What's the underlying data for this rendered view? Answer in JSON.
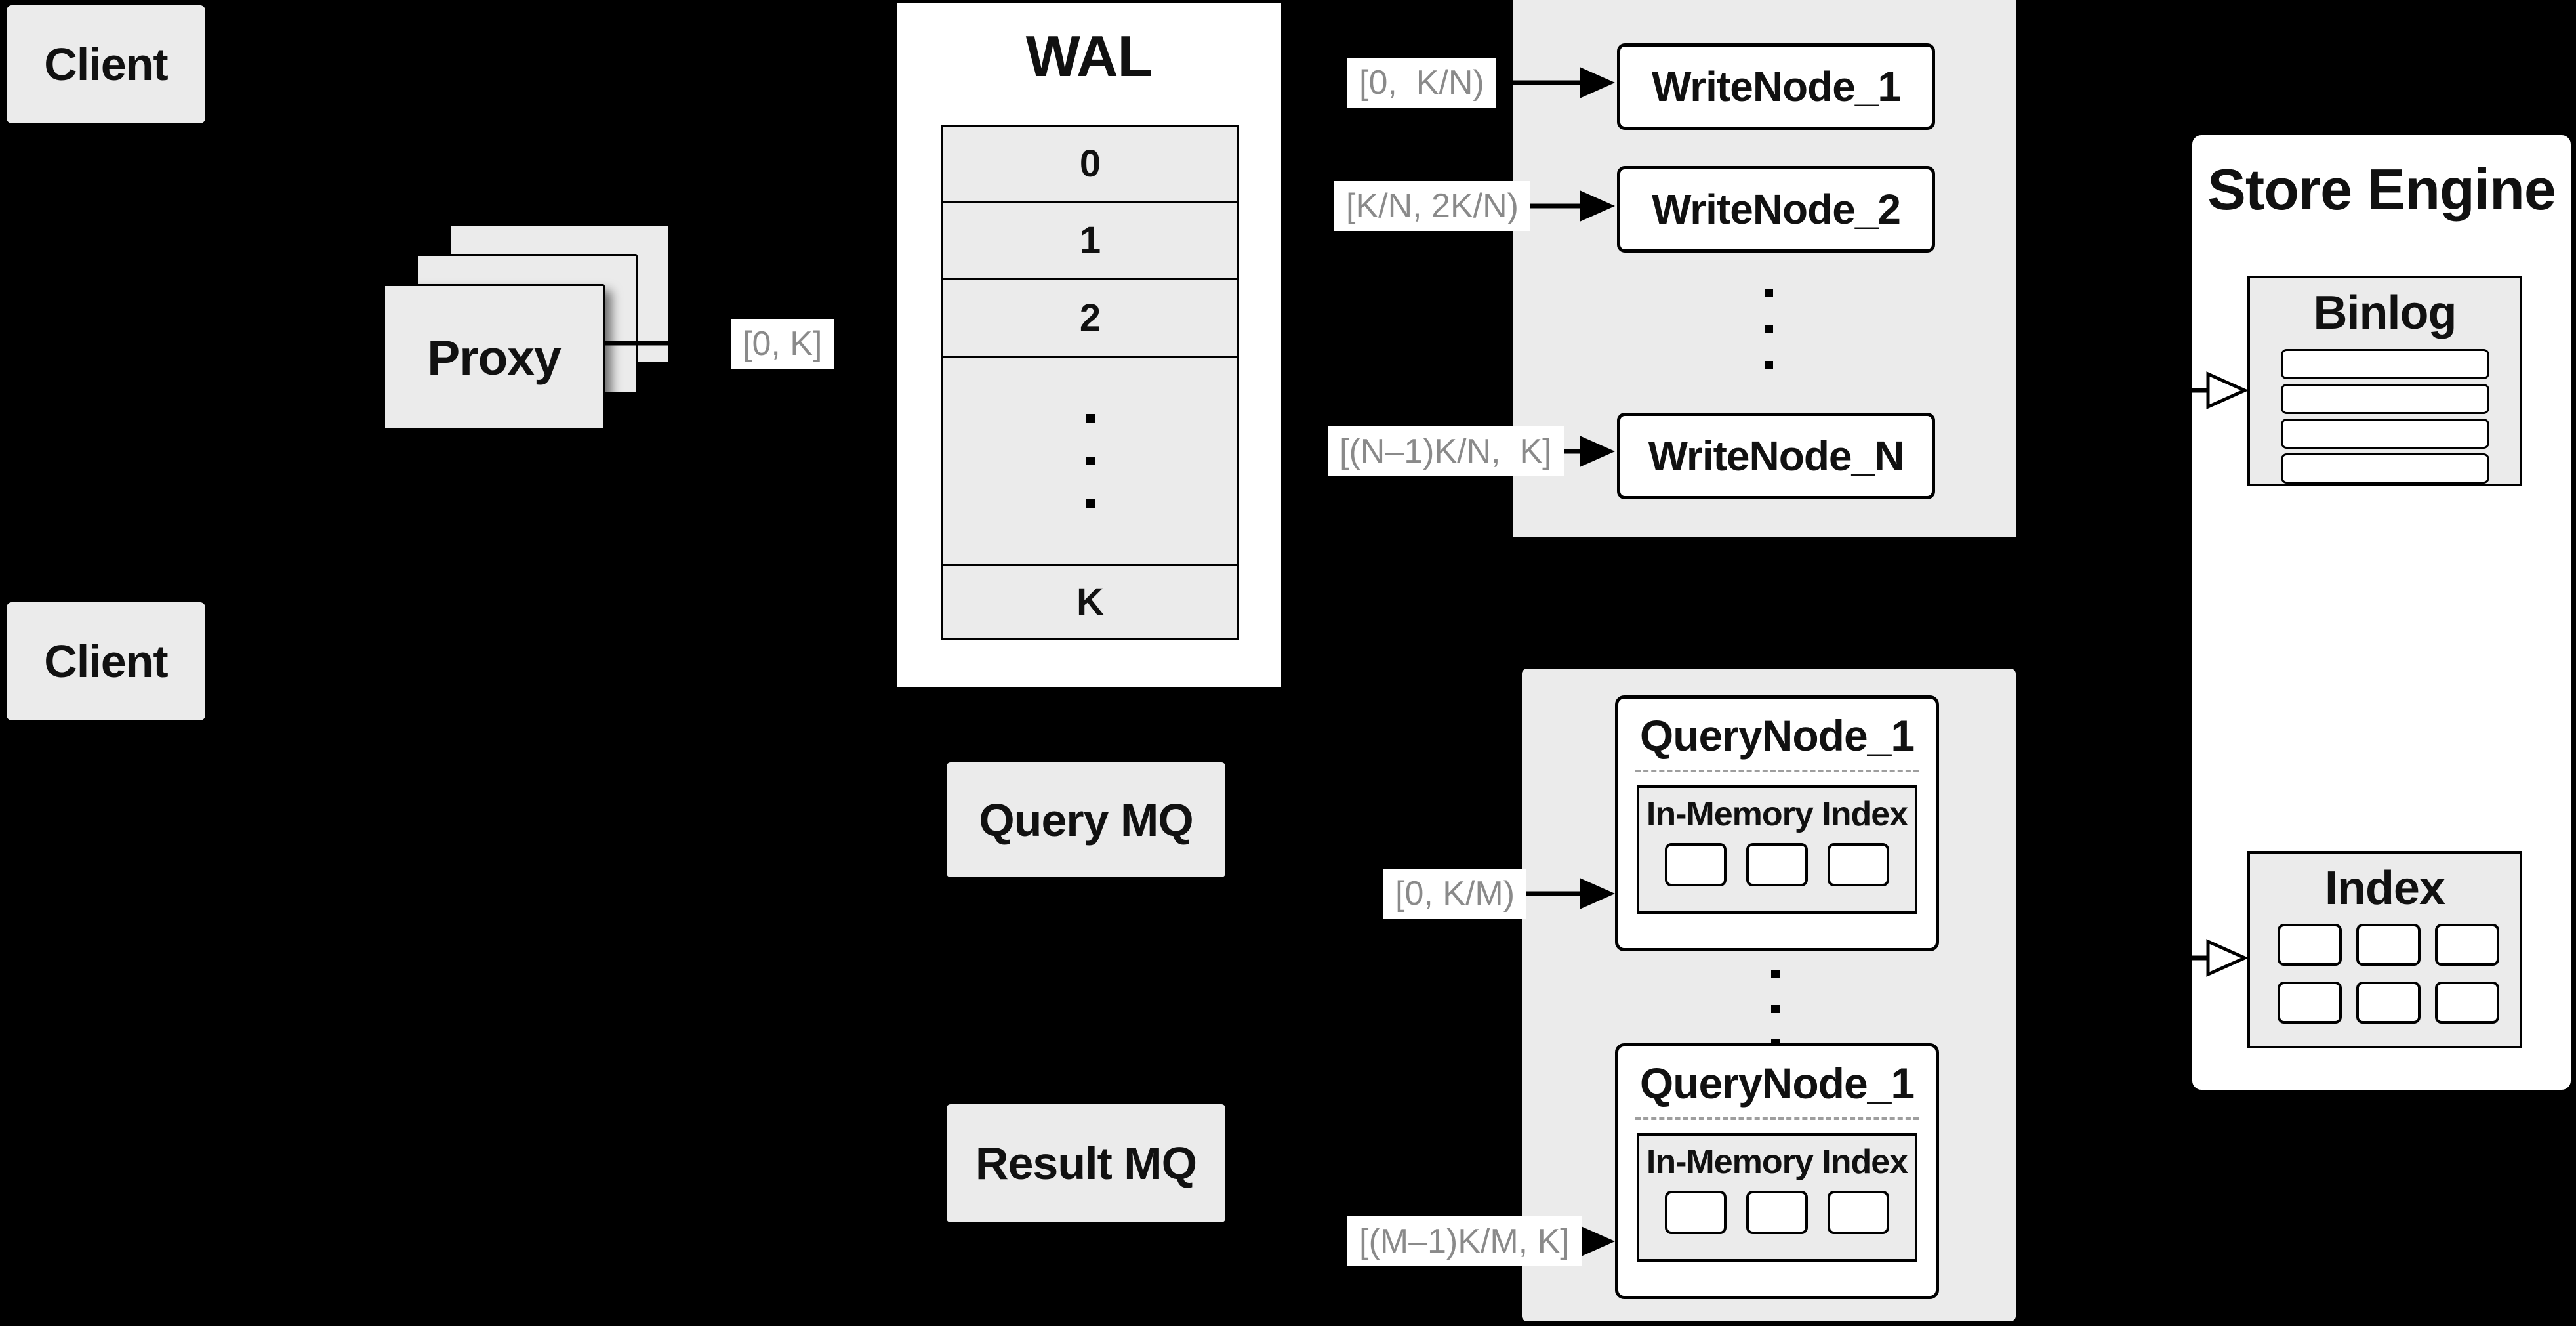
{
  "diagram": {
    "clients": [
      {
        "label": "Client"
      },
      {
        "label": "Client"
      }
    ],
    "proxy": {
      "label": "Proxy"
    },
    "wal": {
      "title": "WAL",
      "rows": [
        "0",
        "1",
        "2",
        "K"
      ]
    },
    "write_panel": {
      "nodes": [
        "WriteNode_1",
        "WriteNode_2",
        "WriteNode_N"
      ]
    },
    "store": {
      "title": "Store Engine",
      "binlog": {
        "title": "Binlog",
        "row_count": 4
      },
      "index": {
        "title": "Index",
        "cell_count": 6
      }
    },
    "mq": {
      "query": "Query MQ",
      "result": "Result MQ"
    },
    "query_panel": {
      "nodes": [
        {
          "title": "QueryNode_1",
          "inmem_title": "In-Memory Index"
        },
        {
          "title": "QueryNode_1",
          "inmem_title": "In-Memory Index"
        }
      ]
    },
    "range_labels": {
      "proxy_to_wal": "[0, K]",
      "wal_to_write": [
        "[0,  K/N)",
        "[K/N, 2K/N)",
        "[(N–1)K/N,  K]"
      ],
      "mq_to_query": [
        "[0, K/M)",
        "[(M–1)K/M, K]"
      ]
    },
    "colors": {
      "background": "#000000",
      "panel": "#ebebeb",
      "box_fill": "#ffffff",
      "chip_text": "#8a8a8a",
      "line": "#000000",
      "text": "#111111"
    }
  }
}
